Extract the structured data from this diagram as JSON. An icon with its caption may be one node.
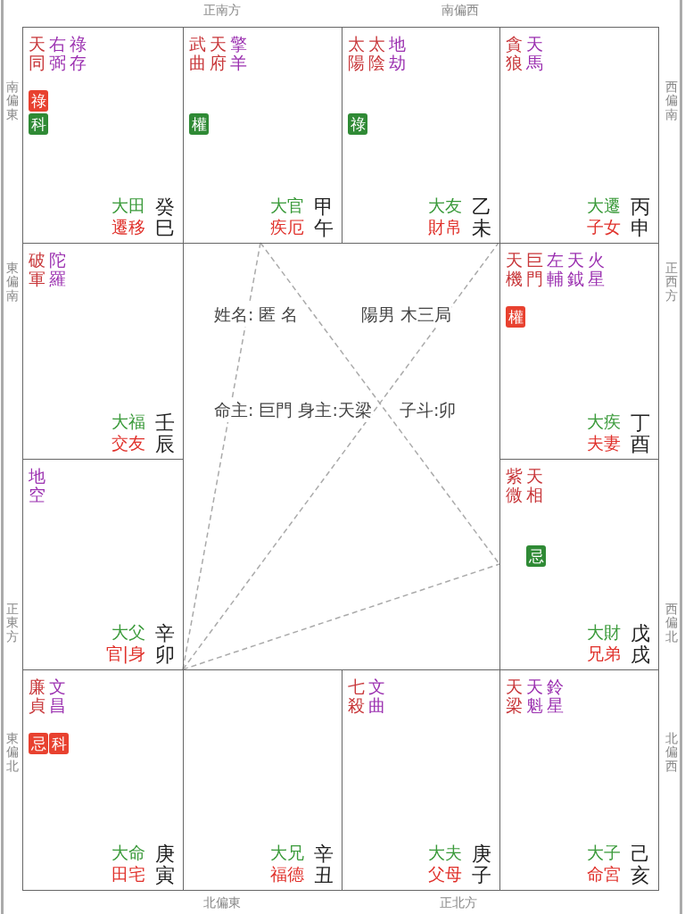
{
  "diagram": {
    "nodes": [
      {
        "text": [
          "天同",
          "右弼",
          "祿存",
          "大田",
          "遷移",
          "癸巳"
        ]
      },
      {
        "in": 0,
        "text": [
          "祿"
        ]
      },
      {
        "in": 0,
        "text": [
          "科"
        ]
      },
      {
        "text": [
          "武曲",
          "天府",
          "擎羊",
          "大官",
          "疾厄",
          "甲午"
        ]
      },
      {
        "in": 3,
        "text": [
          "權"
        ]
      },
      {
        "text": [
          "太陽",
          "太陰",
          "地劫",
          "大友",
          "財帛",
          "乙未"
        ]
      },
      {
        "in": 5,
        "text": [
          "祿"
        ]
      },
      {
        "text": [
          "貪狼",
          "天馬",
          "大遷",
          "子女",
          "丙申"
        ]
      },
      {
        "text": [
          "破軍",
          "陀羅",
          "大福",
          "交友",
          "壬辰"
        ]
      },
      {
        "text": [
          "天機",
          "巨門",
          "左輔",
          "天鉞",
          "火星",
          "大疾",
          "夫妻",
          "丁酉"
        ]
      },
      {
        "in": 9,
        "text": [
          "權"
        ]
      },
      {
        "text": [
          "地空",
          "大父",
          "官|身",
          "辛卯"
        ]
      },
      {
        "text": [
          "紫微",
          "天相",
          "大財",
          "兄弟",
          "戊戌"
        ]
      },
      {
        "in": 12,
        "text": [
          "忌"
        ]
      },
      {
        "text": [
          "廉貞",
          "文昌",
          "大命",
          "田宅",
          "庚寅"
        ]
      },
      {
        "in": 14,
        "text": [
          "忌"
        ]
      },
      {
        "in": 14,
        "text": [
          "科"
        ]
      },
      {
        "text": [
          "大兄",
          "福德",
          "辛丑"
        ]
      },
      {
        "text": [
          "七殺",
          "文曲",
          "大夫",
          "父母",
          "庚子"
        ]
      },
      {
        "text": [
          "天梁",
          "天魁",
          "鈴星",
          "大子",
          "命宮",
          "己亥"
        ]
      }
    ],
    "edges": [
      {
        "from": 11,
        "to": 3,
        "arrow": "none",
        "style": "dashed"
      },
      {
        "from": 11,
        "to": 5,
        "arrow": "none",
        "style": "dashed"
      },
      {
        "from": 11,
        "to": 12,
        "arrow": "none",
        "style": "dashed"
      },
      {
        "from": 3,
        "to": 12,
        "arrow": "none",
        "style": "dashed"
      }
    ],
    "labels": [
      "正南方",
      "南偏西",
      "南偏東",
      "西偏南",
      "東偏南",
      "正西方",
      "姓名: 匿 名",
      "陽男 木三局",
      "命主: 巨門 身主:天梁",
      "子斗:卯",
      "正東方",
      "西偏北",
      "東偏北",
      "北偏西",
      "北偏東",
      "正北方"
    ]
  }
}
